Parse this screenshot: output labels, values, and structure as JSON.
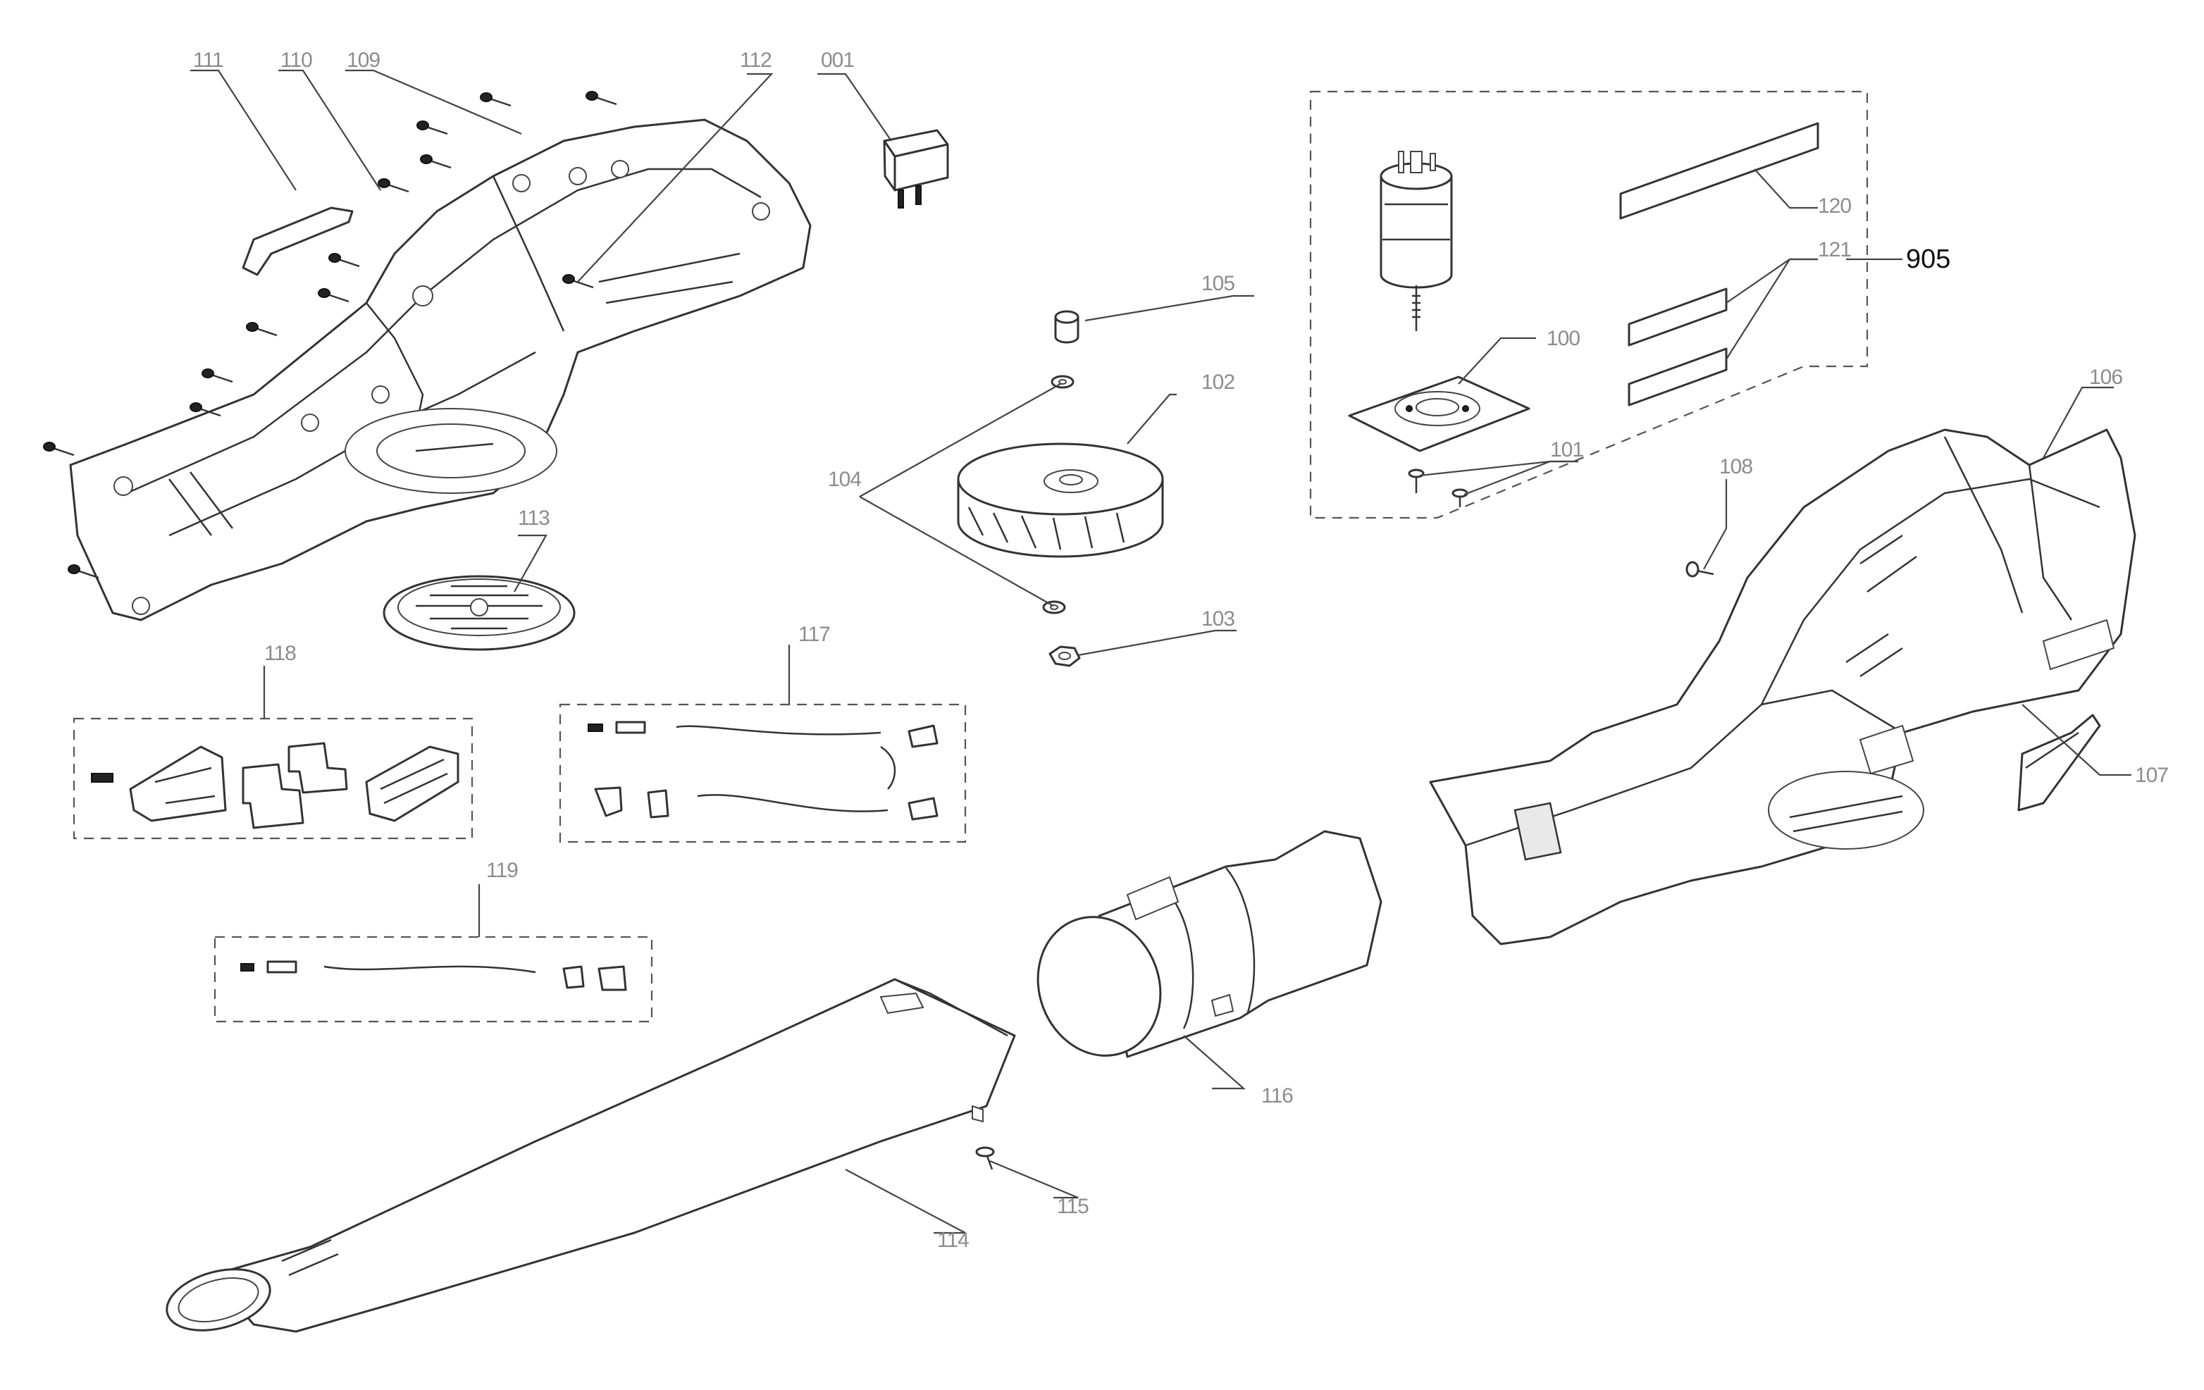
{
  "parts": {
    "p001": "001",
    "p100": "100",
    "p101": "101",
    "p102": "102",
    "p103": "103",
    "p104": "104",
    "p105": "105",
    "p106": "106",
    "p107": "107",
    "p108": "108",
    "p109": "109",
    "p110": "110",
    "p111": "111",
    "p112": "112",
    "p113": "113",
    "p114": "114",
    "p115": "115",
    "p116": "116",
    "p117": "117",
    "p118": "118",
    "p119": "119",
    "p120": "120",
    "p121": "121"
  },
  "assembly": {
    "motor_kit": "905"
  }
}
